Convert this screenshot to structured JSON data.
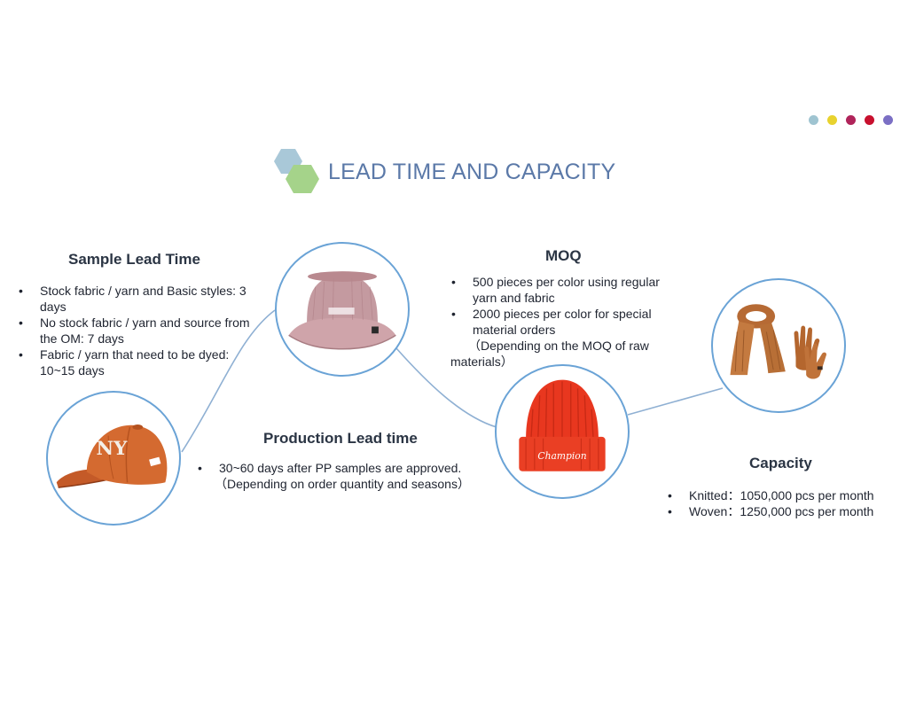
{
  "header": {
    "title": "LEAD TIME AND CAPACITY"
  },
  "colors": {
    "dots": [
      "#9fc4d1",
      "#e8d22e",
      "#b0245a",
      "#c8102e",
      "#7b6fc4"
    ],
    "hex_blue": "#a9c8d8",
    "hex_green": "#a5d38a",
    "title": "#5b79a8",
    "circle_border": "#6aa3d6"
  },
  "sample": {
    "heading": "Sample Lead Time",
    "items": [
      "Stock fabric / yarn and  Basic styles: 3 days",
      "No stock fabric / yarn and source from the OM: 7 days",
      "Fabric / yarn that need to be dyed: 10~15 days"
    ]
  },
  "moq": {
    "heading": "MOQ",
    "items": [
      "500 pieces per color using regular yarn and fabric",
      "2000 pieces per color for special material orders"
    ],
    "note_line1": "（Depending on the MOQ of raw",
    "note_line2": "materials）"
  },
  "production": {
    "heading": "Production Lead time",
    "items": [
      "30~60 days after PP samples are approved."
    ],
    "note": "（Depending on order quantity and seasons）"
  },
  "capacity": {
    "heading": "Capacity",
    "items": [
      "Knitted：1050,000 pcs per month",
      "Woven：1250,000 pcs per month"
    ]
  },
  "images": {
    "cap_logo": "NY",
    "beanie_logo": "Champion"
  },
  "icons": {
    "baseball_cap": "baseball-cap-photo",
    "bucket_hat": "bucket-hat-photo",
    "beanie": "beanie-photo",
    "scarf_gloves": "scarf-gloves-photo"
  }
}
